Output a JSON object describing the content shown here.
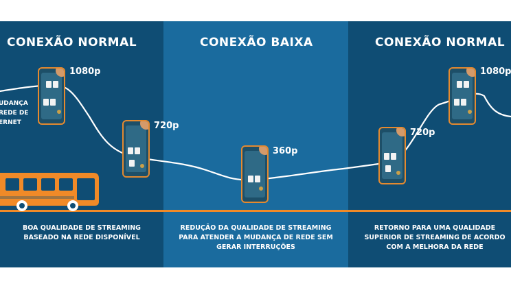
{
  "sections": [
    {
      "heading": "CONEXÃO NORMAL",
      "caption": [
        "BOA QUALIDADE DE STREAMING",
        "BASEADO NA REDE DISPONÍVEL"
      ]
    },
    {
      "heading": "CONEXÃO BAIXA",
      "caption": [
        "REDUÇÃO DA QUALIDADE DE STREAMING",
        "PARA ATENDER A MUDANÇA DE REDE SEM",
        "GERAR INTERRUÇÕES"
      ]
    },
    {
      "heading": "CONEXÃO NORMAL",
      "caption": [
        "RETORNO PARA UMA QUALIDADE",
        "SUPERIOR DE STREAMING DE ACORDO",
        "COM A MELHORA DA REDE"
      ]
    }
  ],
  "network_change_label": [
    "UDANÇA",
    "REDE DE",
    "ERNET"
  ],
  "resolutions": [
    "1080p",
    "720p",
    "360p",
    "720p",
    "1080p"
  ],
  "colors": {
    "dark_panel": "#0f4d74",
    "light_panel": "#1a6b9e",
    "accent_orange": "#f08a28",
    "text": "#ffffff"
  }
}
